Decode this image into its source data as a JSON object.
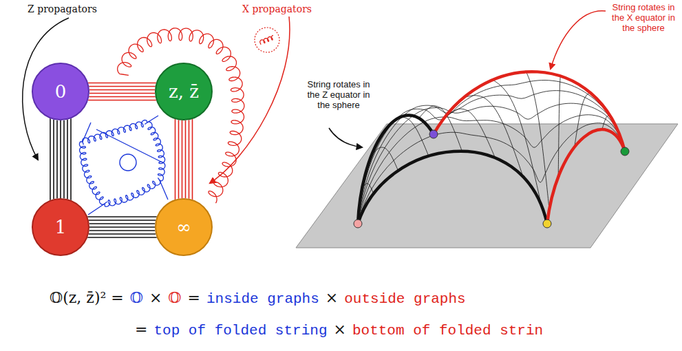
{
  "diagram": {
    "nodes": [
      {
        "text": [
          "0"
        ]
      },
      {
        "text": [
          "z, z̄"
        ]
      },
      {
        "text": [
          "1"
        ]
      },
      {
        "text": [
          "∞"
        ]
      }
    ],
    "edges": [
      {
        "from": 0,
        "to": 1,
        "arrow": "none"
      },
      {
        "from": 0,
        "to": 2,
        "arrow": "none"
      },
      {
        "from": 2,
        "to": 3,
        "arrow": "none"
      },
      {
        "from": 1,
        "to": 3,
        "arrow": "none"
      }
    ],
    "labels": [
      "Z propagators",
      "X propagators",
      "String rotates in the Z equator in the sphere",
      "String rotates in the X equator in the sphere",
      "𝕆(z, z̄)² =",
      "𝕆",
      "×",
      "𝕆",
      "=",
      "inside graphs",
      "×",
      "outside graphs",
      "=",
      "top of folded string",
      "×",
      "bottom of folded strin"
    ]
  }
}
